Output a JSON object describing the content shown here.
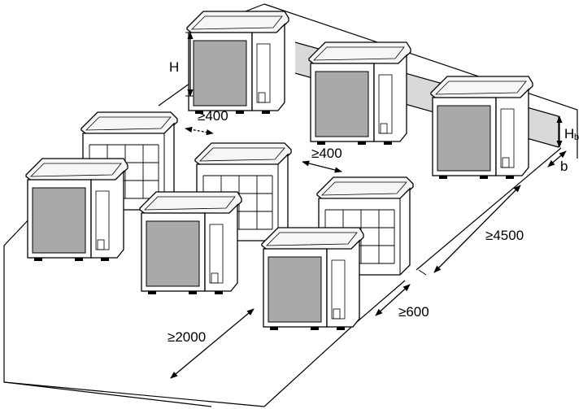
{
  "labels": {
    "unit_height": "H",
    "wall_height_h": "H",
    "wall_height_sub": "b",
    "wall_gap": "b",
    "side_gap_a": "≥400",
    "side_gap_b": "≥400",
    "row_gap": "≥4500",
    "front_gap": "≥600",
    "front_clearance": "≥2000"
  },
  "colors": {
    "line": "#000000",
    "unit_body": "#ffffff",
    "unit_top": "#f4f4f4",
    "grille": "#a9a9a9",
    "wall": "#d8d8d8"
  },
  "icons": {
    "unit_front": "outdoor-unit-front-icon",
    "unit_back": "outdoor-unit-back-icon"
  }
}
